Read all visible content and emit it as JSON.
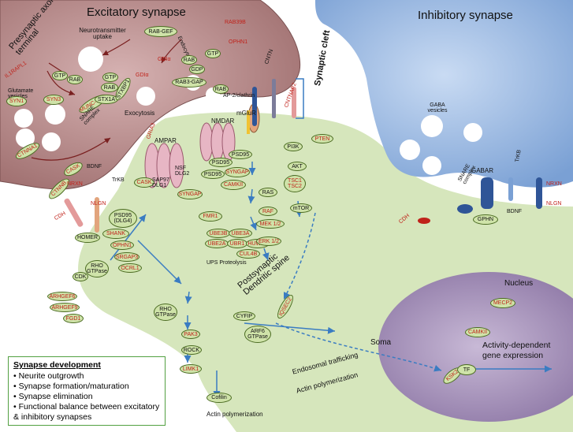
{
  "titles": {
    "excitatory": "Excitatory synapse",
    "inhibitory": "Inhibitory synapse",
    "presynaptic": "Presynaptic axon terminal",
    "synaptic_cleft": "Synaptic cleft",
    "postsynaptic": "Postsynaptic Dendritic spine",
    "soma_left": "Soma",
    "nucleus": "Nucleus",
    "activity": "Activity-dependent gene expression"
  },
  "labels": {
    "neurotransmitter_uptake": "Neurotransmitter uptake",
    "rab_gef": "RAB-GEF",
    "rab39b": "RAB39B",
    "ophn1_top": "OPHN1",
    "endocytosis": "Endocytosis",
    "gdi_a": "GDIα",
    "gdi_b": "GDIα",
    "rab_1": "RAB",
    "rab_2": "RAB",
    "rab_3": "RAB",
    "rab_4": "RAB",
    "gdp": "GDP",
    "gtp_1": "GTP",
    "gtp_2": "GTP",
    "gtp_3": "GTP",
    "il1rapl1": "IL1RAPL1",
    "glutamate_vesicles": "Glutamate vesicles",
    "rab3_gap": "RAB3-GAP",
    "ap2_clathrin": "AP-2/clathrin",
    "syn1": "SYN1",
    "syn3": "SYN3",
    "munc18_1": "MUNC-18-1",
    "stx1a": "STX1A",
    "stxbp1": "STXBP1",
    "exocytosis": "Exocytosis",
    "snare_complex": "SNARE complex",
    "cntn": "CNTN",
    "cntnap2": "CNTNAP2",
    "mglur": "mGluR",
    "nmdar": "NMDAR",
    "ampar": "AMPAR",
    "gria3": "GRIA3",
    "ctnna1": "CTNNA1",
    "ctnnb": "CTNNB",
    "cask": "CASK",
    "nrxn": "NRXN",
    "nlgn": "NLGN",
    "bdnf": "BDNF",
    "trkb": "TrKB",
    "cdh": "CDH",
    "psd95_dlg4": "PSD95 (DLG4)",
    "homer": "HOMER",
    "shank": "SHANK",
    "cask2": "CASK",
    "sap97": "SAP97 DLG1",
    "psd95_1": "PSD95",
    "psd95_2": "PSD95",
    "psd95_3": "PSD95",
    "nsf_dlg2": "NSF DLG2",
    "syngap_1": "SYNGAP",
    "syngap_2": "SYNGAP",
    "camk2": "CAMKII",
    "fmr1": "FMR1",
    "ube3b": "UBE3B",
    "ube3a": "UBE3A",
    "ube2a": "UBE2A",
    "ubr1": "UBR1",
    "huwe1": "HUWE1",
    "cul4b": "CUL4B",
    "ups": "UPS Proteolysis",
    "ras": "RAS",
    "raf": "RAF",
    "mek12": "MEK 1/2",
    "erk12": "ERK 1/2",
    "pi3k": "PI3K",
    "pten": "PTEN",
    "akt": "AKT",
    "tsc": "TSC1 TSC2",
    "mtor": "mTOR",
    "cdk": "CDK",
    "rho_gtpase_1": "RHO GTPase",
    "rho_gtpase_2": "RHO GTPase",
    "ophn1": "OPHN1",
    "srgap3": "SRGAP3",
    "ocrl1": "OCRL1",
    "arhgef6": "ARHGEF6",
    "arhgef9": "ARHGEF9",
    "fgd1": "FGD1",
    "pak3": "PAK3",
    "rock": "ROCK",
    "limk1": "LIMK1",
    "cofilin": "Cofilin",
    "cyfip": "CYFIP",
    "arf6": "ARF6 GTPase",
    "iqsec2": "IQSEC2",
    "endosomal": "Endosomal trafficking",
    "actin_poly_right": "Actin polymerization",
    "actin_poly_bottom": "Actin polymerization",
    "mecp2": "MECP2",
    "camkii_nuc": "CAMKII",
    "ksk2": "KSK2",
    "tf": "TF",
    "gaba_vesicles": "GABA vesicles",
    "snare_inhib": "SNARE complex",
    "gabar": "GABAR",
    "gphn": "GPHN",
    "trkb_inhib": "TrKB",
    "bdnf_inhib": "BDNF",
    "nrxn_inhib": "NRXN",
    "nlgn_inhib": "NLGN",
    "cdh_inhib": "CDH"
  },
  "legend": {
    "heading": "Synapse development",
    "items": [
      "• Neurite outgrowth",
      "• Synapse formation/maturation",
      "• Synapse elimination",
      "• Functional balance between excitatory & inhibitory synapses"
    ]
  },
  "colors": {
    "presynaptic_fill": "#b98b8b",
    "postsynaptic_fill": "#d6e6bc",
    "inhibitory_fill": "#9db9e0",
    "nucleus_fill": "#a693b8",
    "pill_fill": "#cfe3a9",
    "arrow_blue": "#3a7cc2",
    "red_text": "#c0221a"
  }
}
